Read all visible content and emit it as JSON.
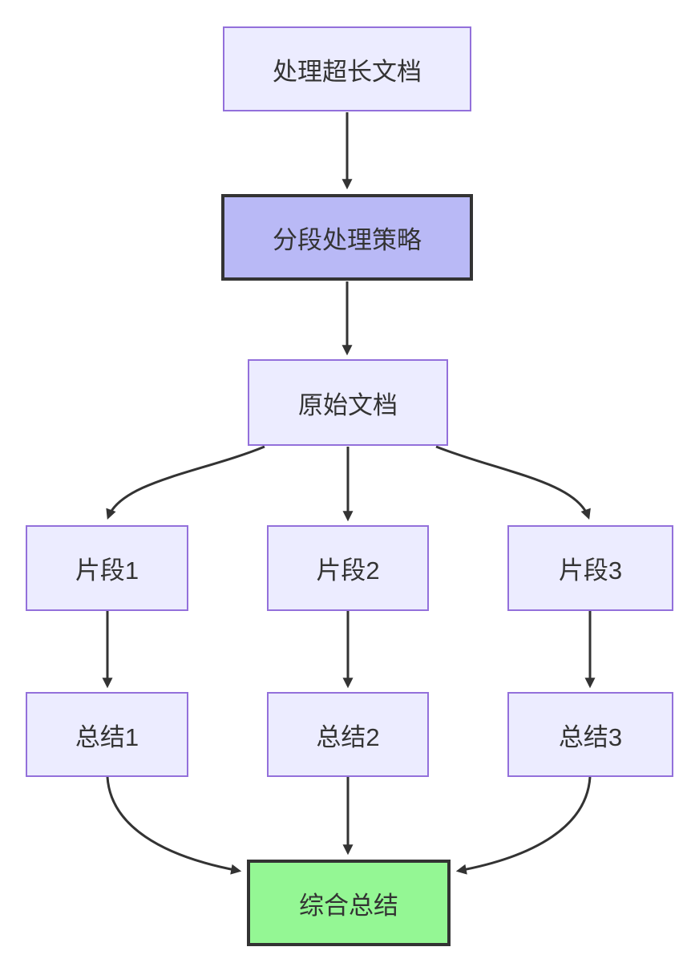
{
  "diagram": {
    "type": "flowchart",
    "direction": "top-down",
    "background": "#ffffff",
    "colors": {
      "default_node_fill": "#ECECFF",
      "default_node_border": "#9370DB",
      "strategy_node_fill": "#B9B9F6",
      "result_node_fill": "#94F794",
      "highlight_border": "#333333",
      "edge_color": "#333333",
      "text_color": "#333333"
    },
    "nodes": {
      "doc": {
        "label": "处理超长文档",
        "style": "default"
      },
      "strategy": {
        "label": "分段处理策略",
        "style": "purple-highlight"
      },
      "original": {
        "label": "原始文档",
        "style": "default"
      },
      "seg1": {
        "label": "片段1",
        "style": "default"
      },
      "seg2": {
        "label": "片段2",
        "style": "default"
      },
      "seg3": {
        "label": "片段3",
        "style": "default"
      },
      "sum1": {
        "label": "总结1",
        "style": "default"
      },
      "sum2": {
        "label": "总结2",
        "style": "default"
      },
      "sum3": {
        "label": "总结3",
        "style": "default"
      },
      "final": {
        "label": "综合总结",
        "style": "green-highlight"
      }
    },
    "edges": [
      {
        "from": "doc",
        "to": "strategy"
      },
      {
        "from": "strategy",
        "to": "original"
      },
      {
        "from": "original",
        "to": "seg1"
      },
      {
        "from": "original",
        "to": "seg2"
      },
      {
        "from": "original",
        "to": "seg3"
      },
      {
        "from": "seg1",
        "to": "sum1"
      },
      {
        "from": "seg2",
        "to": "sum2"
      },
      {
        "from": "seg3",
        "to": "sum3"
      },
      {
        "from": "sum1",
        "to": "final"
      },
      {
        "from": "sum2",
        "to": "final"
      },
      {
        "from": "sum3",
        "to": "final"
      }
    ]
  }
}
